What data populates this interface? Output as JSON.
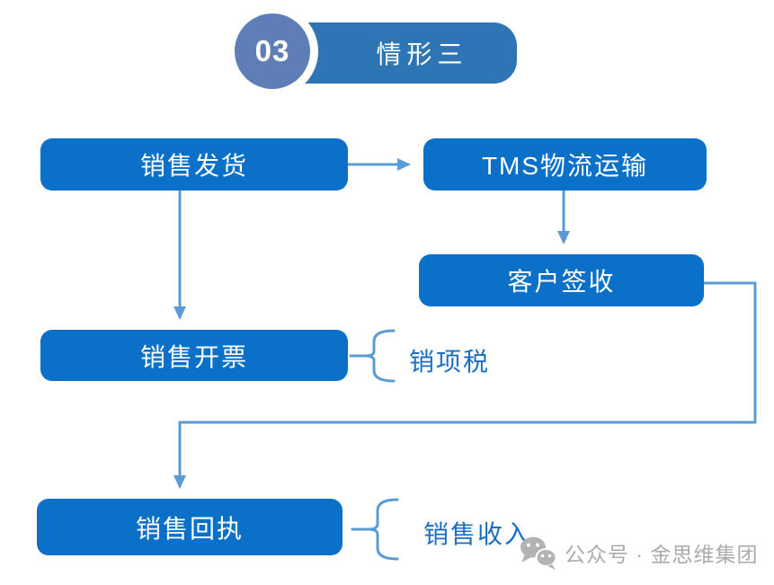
{
  "header": {
    "number": "03",
    "title": "情形三"
  },
  "flow": {
    "nodes": [
      {
        "id": "sales-shipping",
        "label": "销售发货"
      },
      {
        "id": "tms-logistics",
        "label": "TMS物流运输"
      },
      {
        "id": "customer-signoff",
        "label": "客户签收"
      },
      {
        "id": "sales-invoicing",
        "label": "销售开票"
      },
      {
        "id": "sales-receipt",
        "label": "销售回执"
      }
    ],
    "connectors": [
      {
        "id": "shipping-to-tms",
        "from": "sales-shipping",
        "to": "tms-logistics",
        "type": "arrow-right"
      },
      {
        "id": "tms-to-signoff",
        "from": "tms-logistics",
        "to": "customer-signoff",
        "type": "arrow-down"
      },
      {
        "id": "shipping-to-invoicing",
        "from": "sales-shipping",
        "to": "sales-invoicing",
        "type": "arrow-down"
      },
      {
        "id": "signoff-to-receipt",
        "from": "customer-signoff",
        "to": "sales-receipt",
        "type": "elbow-arrow"
      }
    ],
    "annotations": [
      {
        "target": "sales-invoicing",
        "label": "销项税"
      },
      {
        "target": "sales-receipt",
        "label": "销售收入"
      }
    ]
  },
  "watermark": {
    "icon": "wechat-icon",
    "text": "公众号 · 金思维集团"
  },
  "colors": {
    "node_fill": "#0a70c8",
    "banner_fill": "#2e75b6",
    "badge_fill": "#5f7eb8",
    "connector": "#5b9bd5",
    "annotation_text": "#1b6ec2",
    "watermark_text": "#ababab",
    "background": "#ffffff"
  }
}
